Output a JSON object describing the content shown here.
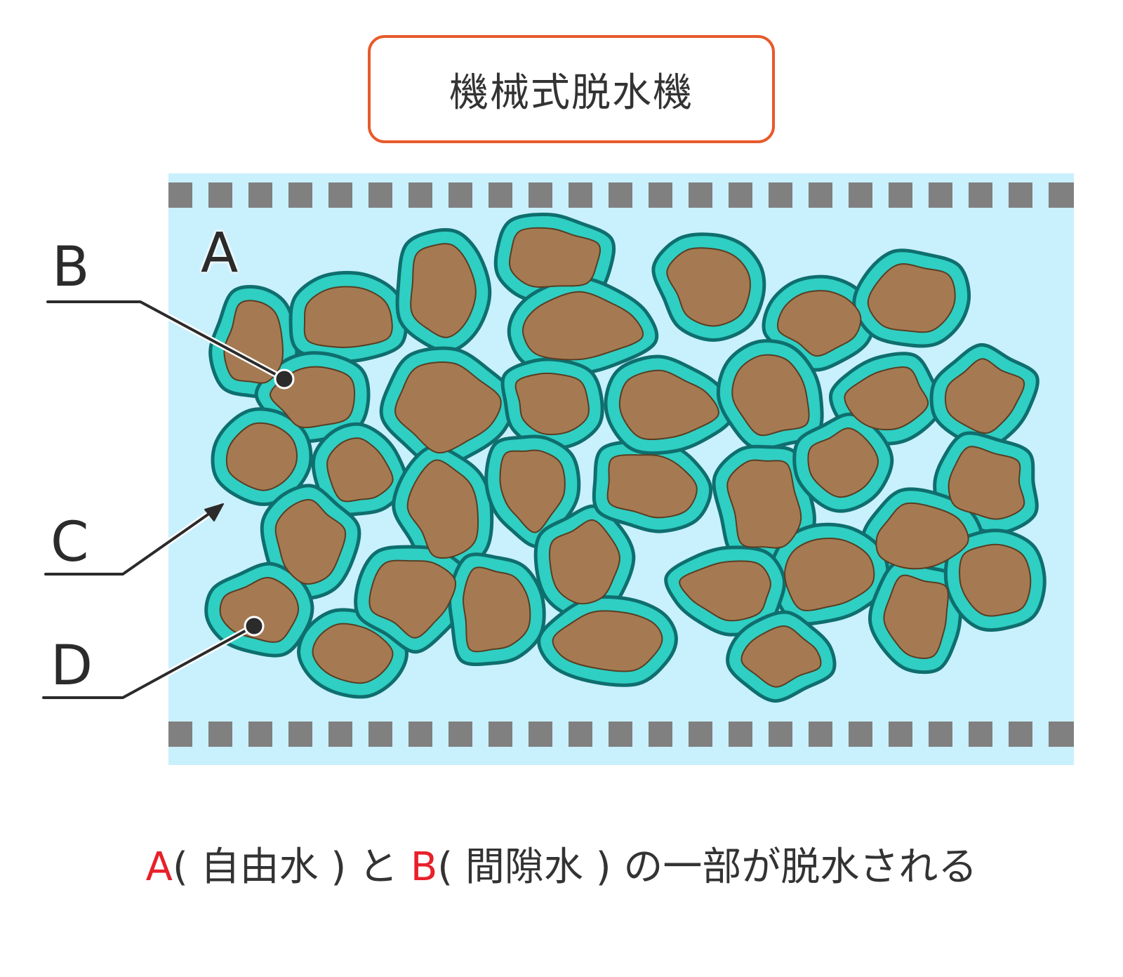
{
  "title": "機械式脱水機",
  "labels": {
    "a": "A",
    "b": "B",
    "c": "C",
    "d": "D"
  },
  "caption": {
    "a_letter": "A",
    "a_text": "( 自由水 ) と ",
    "b_letter": "B",
    "b_text": "( 間隙水 ) の一部が脱水される"
  },
  "colors": {
    "title_border": "#e85a2a",
    "free_water": "#c9f0fd",
    "filter_strip": "#808080",
    "interstitial_water": "#2fcfc3",
    "water_outline": "#0f6e6e",
    "particle": "#a57a52",
    "highlight": "#e8202a"
  }
}
